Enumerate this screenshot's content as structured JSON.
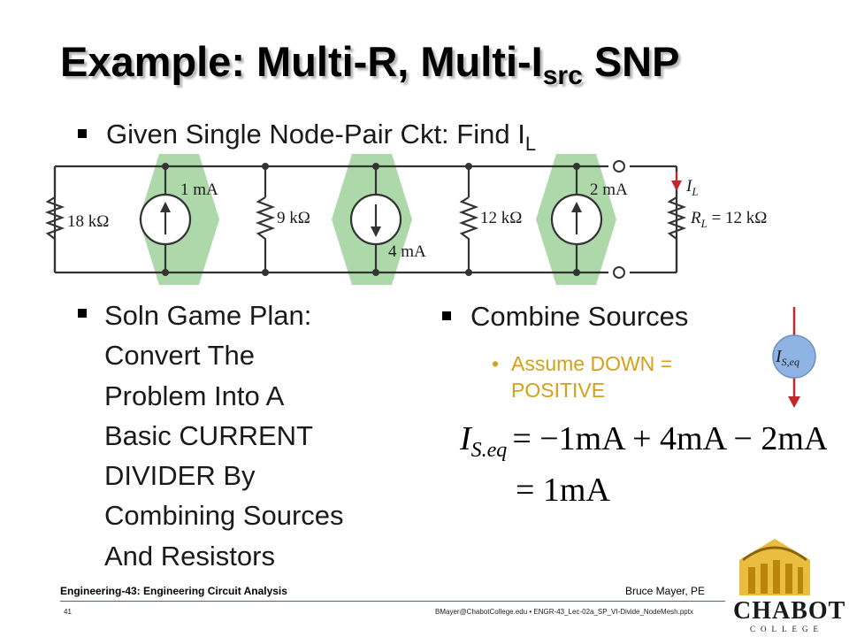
{
  "slide": {
    "title_main": "Example: Multi-R, Multi-I",
    "title_sub": "src",
    "title_tail": " SNP"
  },
  "given": {
    "text": "Given Single Node-Pair Ckt: Find I",
    "sub": "L"
  },
  "circuit": {
    "resistors": [
      {
        "label": "18 kΩ"
      },
      {
        "label": "9 kΩ"
      },
      {
        "label": "12 kΩ"
      },
      {
        "label": "R",
        "sub": "L",
        "value": " = 12 kΩ"
      }
    ],
    "sources": [
      {
        "label": "1 mA",
        "direction": "up"
      },
      {
        "label": "4 mA",
        "direction": "down"
      },
      {
        "label": "2 mA",
        "direction": "up"
      }
    ],
    "load_current": {
      "label": "I",
      "sub": "L"
    },
    "highlight_color": "#9fd19a"
  },
  "plan": {
    "lines": [
      "Soln Game Plan:",
      "Convert The",
      "Problem Into A",
      "Basic CURRENT",
      "DIVIDER By",
      "Combining Sources",
      "And Resistors"
    ]
  },
  "combine": {
    "heading": "Combine Sources",
    "note_lines": [
      "Assume DOWN =",
      "POSITIVE"
    ]
  },
  "equation": {
    "lhs": "I",
    "lhs_sub": "S.eq",
    "rhs1": "= −1mA + 4mA − 2mA",
    "rhs2": "= 1mA"
  },
  "eq_source": {
    "label": "I",
    "sub": "S,eq",
    "fill_color": "#8fb4e3",
    "arrow_color": "#c0282d"
  },
  "footer": {
    "course": "Engineering-43: Engineering Circuit Analysis",
    "author": "Bruce Mayer, PE",
    "slide_number": "41",
    "file_info": "BMayer@ChabotCollege.edu  •  ENGR-43_Lec-02a_SP_VI-Divide_NodeMesh.pptx"
  },
  "logo": {
    "name": "CHABOT",
    "sub": "COLLEGE",
    "color": "#e8b52a"
  }
}
